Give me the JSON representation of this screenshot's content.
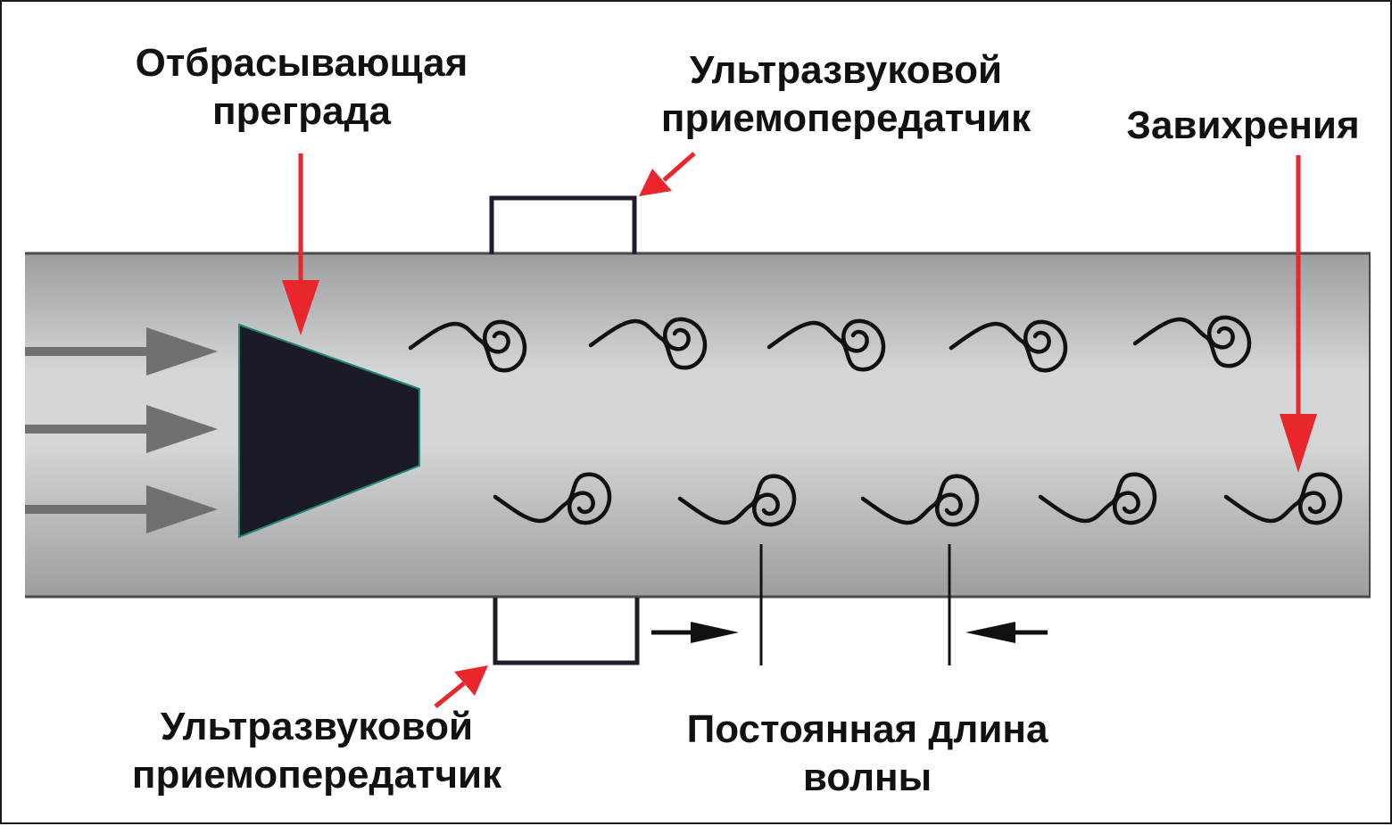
{
  "labels": {
    "bluff_body": [
      "Отбрасывающая",
      "преграда"
    ],
    "transceiver_top": [
      "Ультразвуковой",
      "приемопередатчик"
    ],
    "vortices": [
      "Завихрения"
    ],
    "transceiver_bottom": [
      "Ультразвуковой",
      "приемопередатчик"
    ],
    "wavelength": [
      "Постоянная длина",
      "волны"
    ]
  },
  "colors": {
    "pointer_arrow": "#e8262b",
    "flow_arrow": "#6e7072",
    "bluff_body": "#1a1b26",
    "bluff_body_edge": "#1e8a7a",
    "vortex_stroke": "#111111",
    "pipe_edge": "#4a4a4a",
    "pipe_light": "#d4d6d7",
    "pipe_dark": "#9b9d9f"
  },
  "icons": {
    "flow_arrows": "right-arrow-icon",
    "vortex": "spiral-vortex-icon",
    "pointer": "red-arrow-icon",
    "dimension_arrow": "black-arrow-icon"
  },
  "vortex_rows": {
    "top_count": 5,
    "bottom_count": 5
  }
}
